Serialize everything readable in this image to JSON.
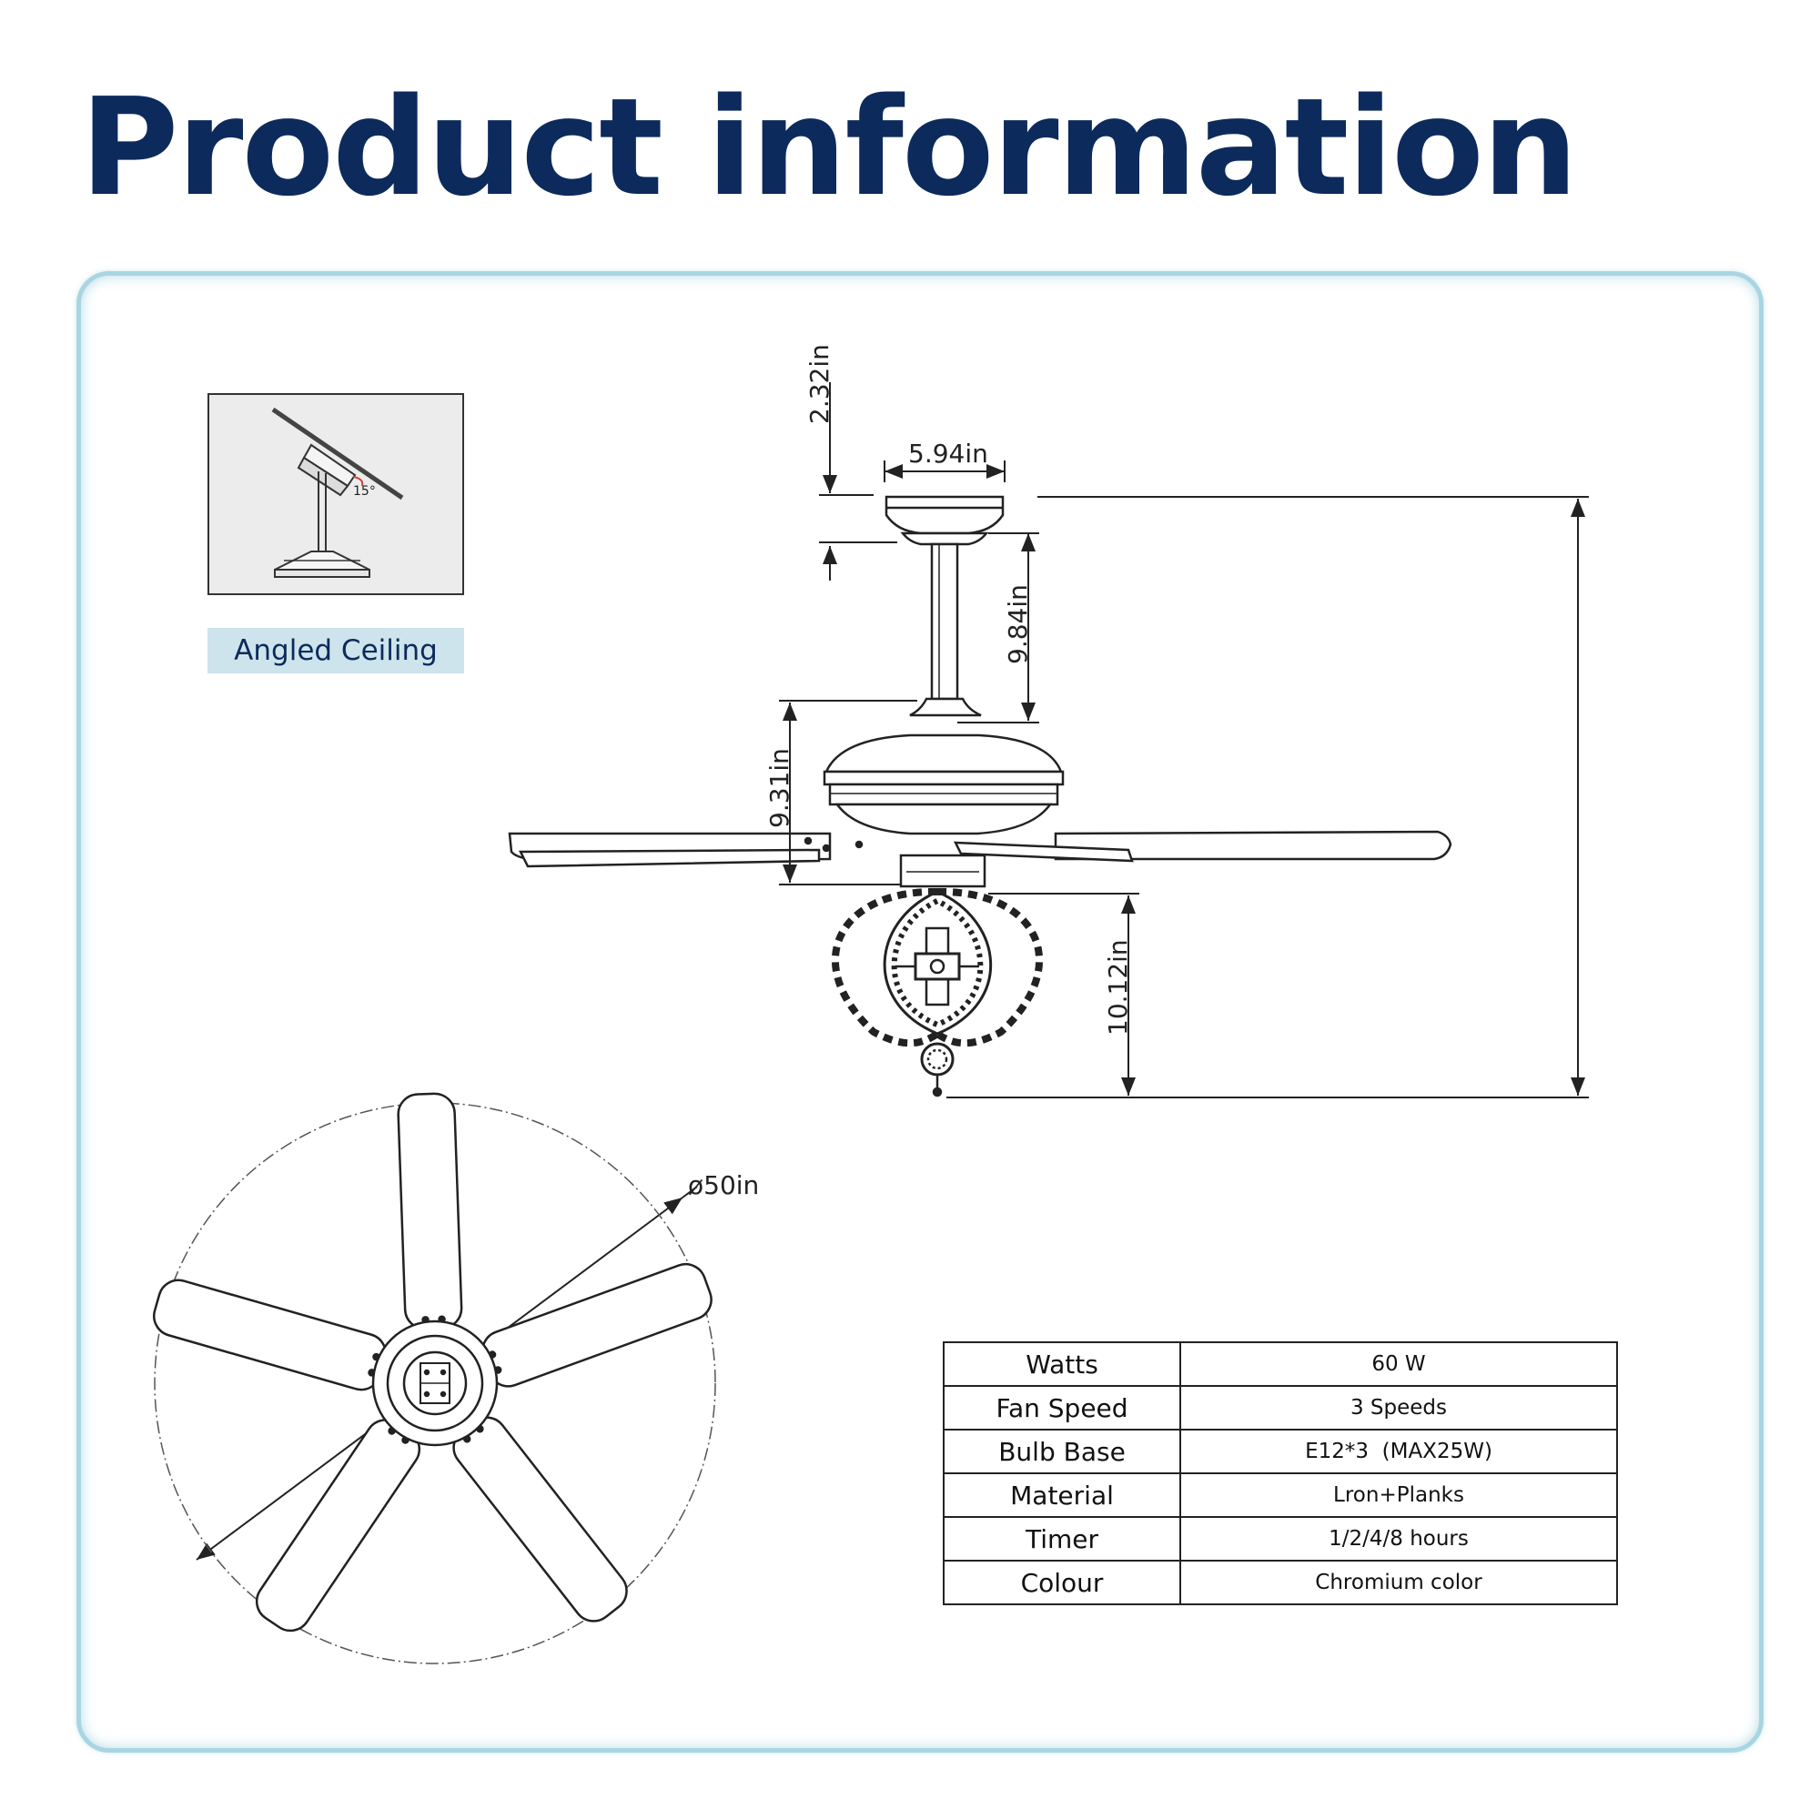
{
  "title": "Product information",
  "inset": {
    "angle": "15°",
    "label": "Angled Ceiling"
  },
  "dimensions": {
    "canopy_height": "2.32in",
    "canopy_width": "5.94in",
    "downrod": "9.84in",
    "motor_height": "9.31in",
    "light_kit": "10.12in",
    "blade_span": "ø50in"
  },
  "specs": [
    {
      "key": "Watts",
      "value": "60 W"
    },
    {
      "key": "Fan Speed",
      "value": "3 Speeds"
    },
    {
      "key": "Bulb Base",
      "value": "E12*3  (MAX25W)"
    },
    {
      "key": "Material",
      "value": "Lron+Planks"
    },
    {
      "key": "Timer",
      "value": "1/2/4/8 hours"
    },
    {
      "key": "Colour",
      "value": "Chromium color"
    }
  ],
  "colors": {
    "title": "#0d2a5c",
    "panel_border": "#a9d5e2",
    "label_bg": "#cde4ec"
  }
}
